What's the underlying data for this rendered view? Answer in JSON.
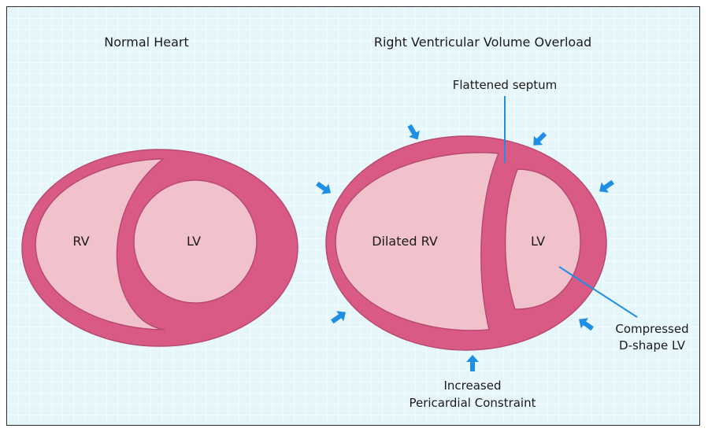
{
  "titles": {
    "normal": "Normal Heart",
    "overload": "Right Ventricular Volume Overload"
  },
  "normal_heart": {
    "rv_label": "RV",
    "lv_label": "LV"
  },
  "overload_heart": {
    "rv_label": "Dilated RV",
    "lv_label": "LV"
  },
  "annotations": {
    "septum": "Flattened septum",
    "lv_line1": "Compressed",
    "lv_line2": "D-shape LV",
    "pericardial_line1": "Increased",
    "pericardial_line2": "Pericardial Constraint"
  },
  "colors": {
    "wall": "#d95b85",
    "cavity": "#f2c2cc",
    "arrow": "#1f8fe6",
    "background": "#e6f7fc"
  }
}
